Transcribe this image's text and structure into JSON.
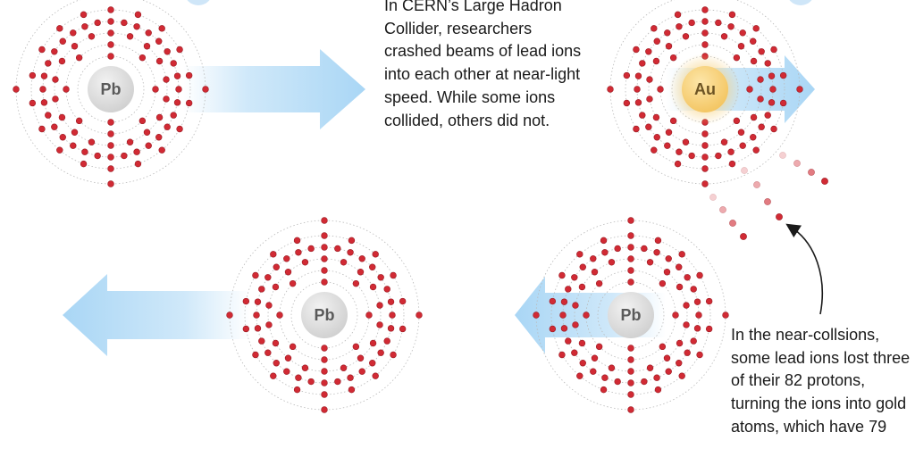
{
  "captions": {
    "collider": "In CERN’s Large Hadron Collider, researchers crashed beams of lead ions into each other at near-light speed. While some ions collided, others did not.",
    "near_collision": "In the near-collsions, some lead ions lost three of their 82 protons, turning the ions into gold atoms, which have 79"
  },
  "atoms": {
    "lead_start": {
      "symbol": "Pb"
    },
    "gold": {
      "symbol": "Au"
    },
    "lead_incoming": {
      "symbol": "Pb"
    },
    "lead_passing": {
      "symbol": "Pb"
    }
  },
  "colors": {
    "electron": "#d12a34",
    "electron_edge": "#9b1a22",
    "shell_ring": "#b9b9b9",
    "arrow": "#a9d6f5",
    "lead_nucleus": "#d8d8d8",
    "lead_text": "#5a5a5a",
    "gold_nucleus": "#f6cf79",
    "gold_text": "#6d5424",
    "caption_text": "#1a1a1a",
    "annotation_arrow": "#1a1a1a"
  }
}
